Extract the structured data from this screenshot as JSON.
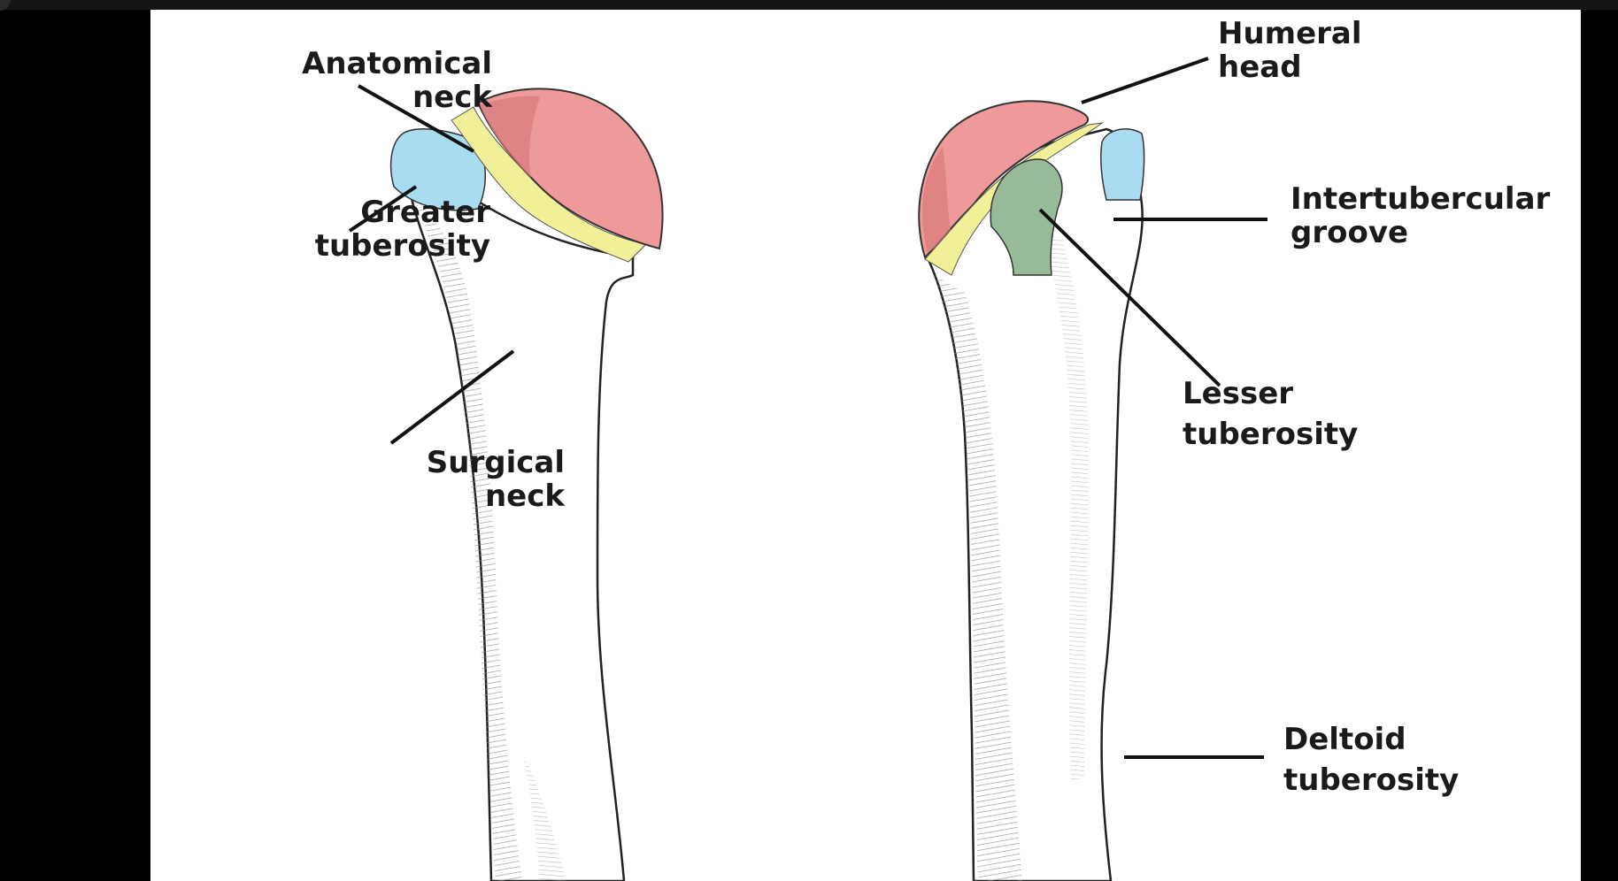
{
  "colors": {
    "background": "#000000",
    "canvas": "#ffffff",
    "humeral_head": "#ee9a9a",
    "anatomical_neck": "#f1ef97",
    "greater_tuberosity": "#a9dcf1",
    "lesser_tuberosity": "#97bb99",
    "leader_lines": "#111111"
  },
  "labels": {
    "anatomical_neck": {
      "line1": "Anatomical",
      "line2": "neck"
    },
    "greater_tuberosity": {
      "line1": "Greater",
      "line2": "tuberosity"
    },
    "surgical_neck": {
      "line1": "Surgical",
      "line2": "neck"
    },
    "humeral_head": {
      "line1": "Humeral",
      "line2": "head"
    },
    "intertubercular_groove": {
      "line1": "Intertubercular",
      "line2": "groove"
    },
    "lesser_tuberosity": {
      "line1": "Lesser",
      "line2": "tuberosity"
    },
    "deltoid_tuberosity": {
      "line1": "Deltoid",
      "line2": "tuberosity"
    }
  }
}
